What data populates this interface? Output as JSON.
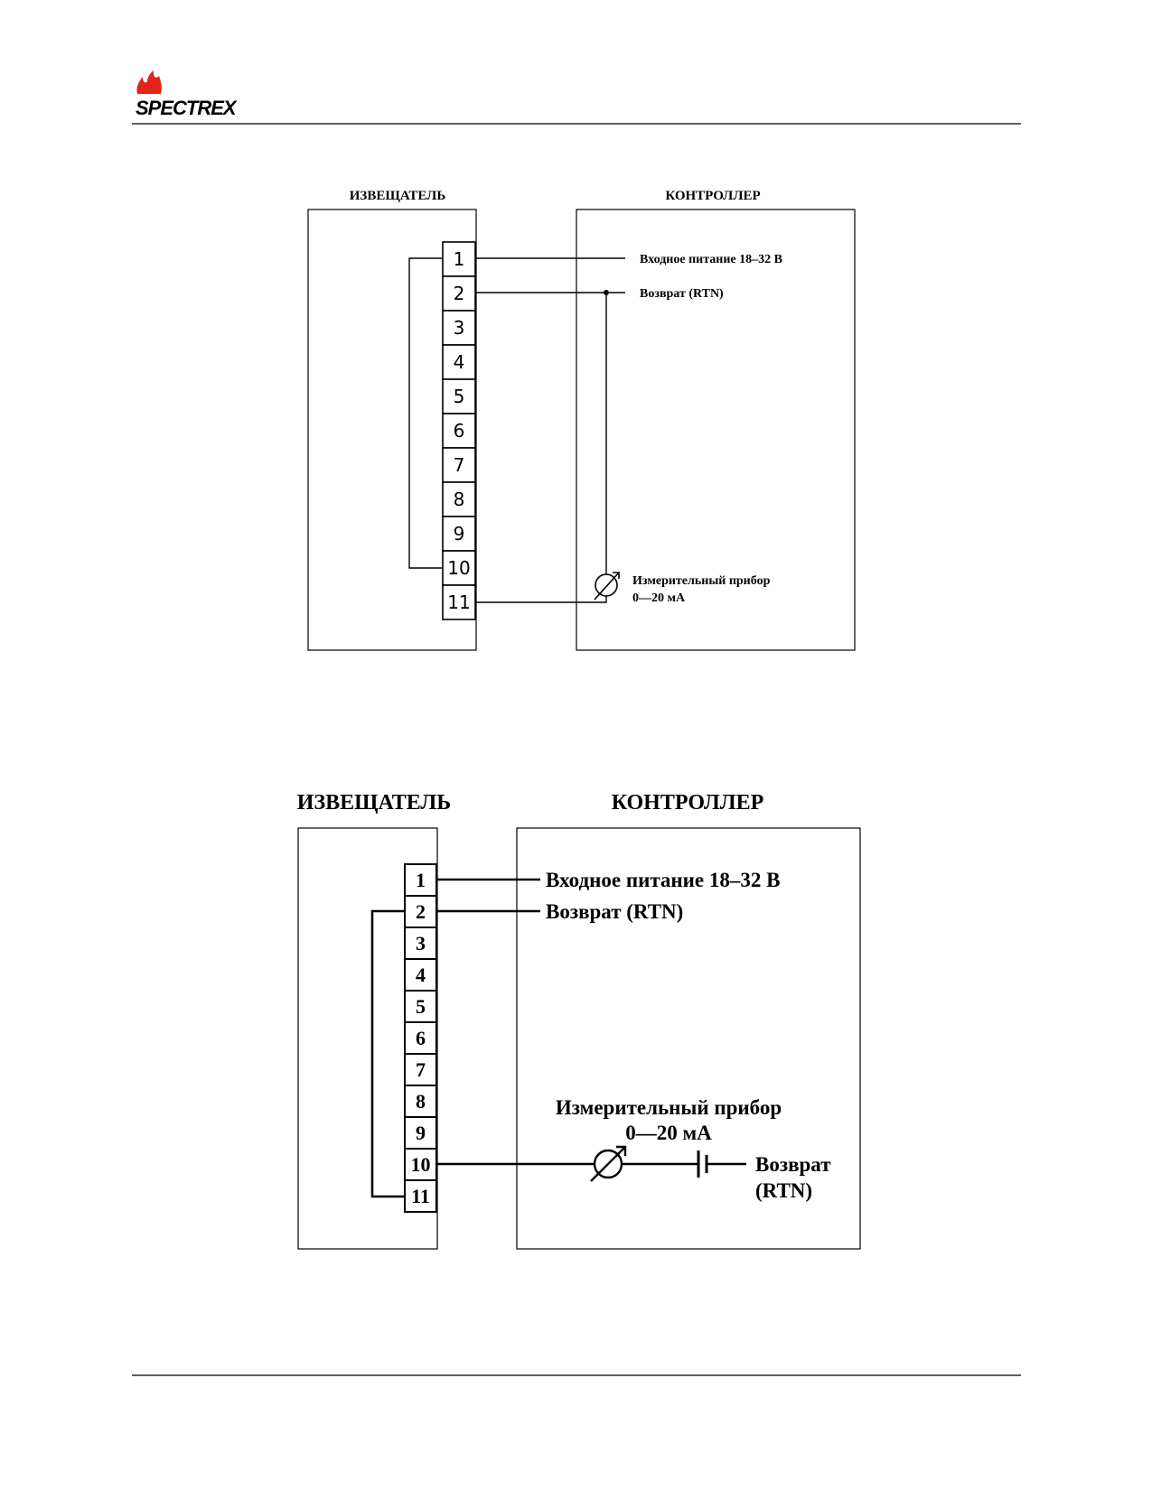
{
  "header": {
    "logo_text": "SPECTREX",
    "flame_color": "#e2241a"
  },
  "diagram1": {
    "detector_title": "ИЗВЕЩАТЕЛЬ",
    "controller_title": "КОНТРОЛЛЕР",
    "terminals": [
      "1",
      "2",
      "3",
      "4",
      "5",
      "6",
      "7",
      "8",
      "9",
      "10",
      "11"
    ],
    "power_label": "Входное питание 18–32 В",
    "return_label": "Возврат (RTN)",
    "meter_label_line1": "Измерительный прибор",
    "meter_label_line2": "0—20 мА"
  },
  "diagram2": {
    "detector_title": "ИЗВЕЩАТЕЛЬ",
    "controller_title": "КОНТРОЛЛЕР",
    "terminals": [
      "1",
      "2",
      "3",
      "4",
      "5",
      "6",
      "7",
      "8",
      "9",
      "10",
      "11"
    ],
    "power_label": "Входное питание 18–32 В",
    "return_label": "Возврат (RTN)",
    "meter_label_line1": "Измерительный прибор",
    "meter_label_line2": "0—20 мА",
    "return2_line1": "Возврат",
    "return2_line2": "(RTN)"
  }
}
